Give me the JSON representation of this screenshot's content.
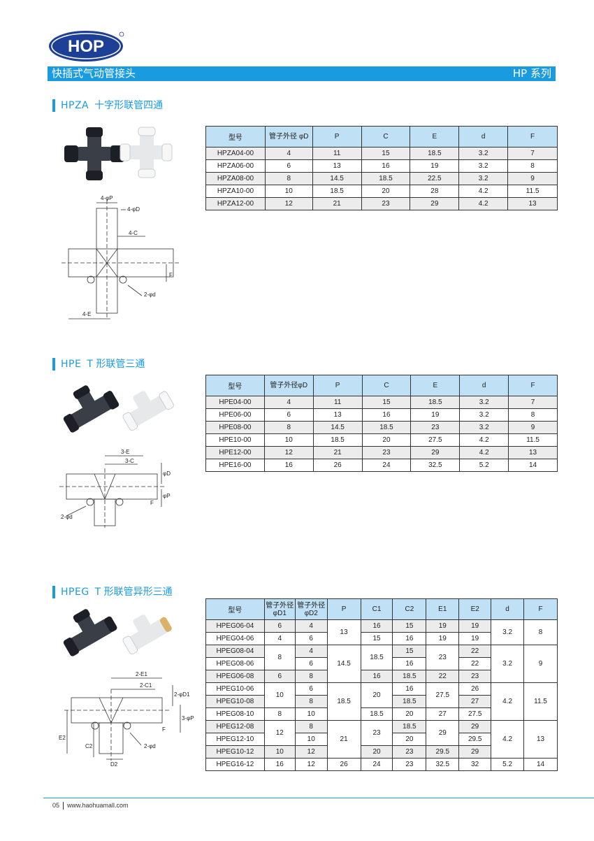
{
  "header": {
    "logo_text": "HOP",
    "title_left": "快插式气动管接头",
    "title_right": "HP 系列"
  },
  "sections": [
    {
      "code": "HPZA",
      "name": "十字形联管四通",
      "labels": [
        "4-φP",
        "4-φD",
        "4-C",
        "F",
        "2-φd",
        "4-E"
      ],
      "columns": [
        "型号",
        "管子外径 φD",
        "P",
        "C",
        "E",
        "d",
        "F"
      ],
      "rows": [
        [
          "HPZA04-00",
          "4",
          "11",
          "15",
          "18.5",
          "3.2",
          "7"
        ],
        [
          "HPZA06-00",
          "6",
          "13",
          "16",
          "19",
          "3.2",
          "8"
        ],
        [
          "HPZA08-00",
          "8",
          "14.5",
          "18.5",
          "22.5",
          "3.2",
          "9"
        ],
        [
          "HPZA10-00",
          "10",
          "18.5",
          "20",
          "28",
          "4.2",
          "11.5"
        ],
        [
          "HPZA12-00",
          "12",
          "21",
          "23",
          "29",
          "4.2",
          "13"
        ]
      ]
    },
    {
      "code": "HPE",
      "name": "T 形联管三通",
      "labels": [
        "3-E",
        "3-C",
        "φD",
        "φP",
        "F",
        "2-φd"
      ],
      "columns": [
        "型号",
        "管子外径φD",
        "P",
        "C",
        "E",
        "d",
        "F"
      ],
      "rows": [
        [
          "HPE04-00",
          "4",
          "11",
          "15",
          "18.5",
          "3.2",
          "7"
        ],
        [
          "HPE06-00",
          "6",
          "13",
          "16",
          "19",
          "3.2",
          "8"
        ],
        [
          "HPE08-00",
          "8",
          "14.5",
          "18.5",
          "23",
          "3.2",
          "9"
        ],
        [
          "HPE10-00",
          "10",
          "18.5",
          "20",
          "27.5",
          "4.2",
          "11.5"
        ],
        [
          "HPE12-00",
          "12",
          "21",
          "23",
          "29",
          "4.2",
          "13"
        ],
        [
          "HPE16-00",
          "16",
          "26",
          "24",
          "32.5",
          "5.2",
          "14"
        ]
      ]
    },
    {
      "code": "HPEG",
      "name": "T 形联管异形三通",
      "labels": [
        "2-E1",
        "2-C1",
        "2-φD1",
        "3-φP",
        "F",
        "2-φd",
        "E2",
        "C2",
        "D2"
      ],
      "columns": [
        "型号",
        "管子外径 φD1",
        "管子外径 φD2",
        "P",
        "C1",
        "C2",
        "E1",
        "E2",
        "d",
        "F"
      ],
      "rows": [
        [
          "HPEG06-04",
          "6",
          "4",
          "13",
          "16",
          "15",
          "19",
          "19",
          "3.2",
          "8"
        ],
        [
          "HPEG04-06",
          "4",
          "6",
          "",
          "15",
          "16",
          "19",
          "19",
          "",
          ""
        ],
        [
          "HPEG08-04",
          "8",
          "4",
          "14.5",
          "18.5",
          "15",
          "23",
          "22",
          "3.2",
          "9"
        ],
        [
          "HPEG08-06",
          "",
          "6",
          "",
          "",
          "16",
          "",
          "22",
          "",
          ""
        ],
        [
          "HPEG06-08",
          "6",
          "8",
          "",
          "16",
          "18.5",
          "22",
          "23",
          "",
          ""
        ],
        [
          "HPEG10-06",
          "10",
          "6",
          "18.5",
          "20",
          "16",
          "27.5",
          "26",
          "4.2",
          "11.5"
        ],
        [
          "HPEG10-08",
          "",
          "8",
          "",
          "",
          "18.5",
          "",
          "27",
          "",
          ""
        ],
        [
          "HPEG08-10",
          "8",
          "10",
          "",
          "18.5",
          "20",
          "27",
          "27.5",
          "",
          ""
        ],
        [
          "HPEG12-08",
          "12",
          "8",
          "21",
          "23",
          "18.5",
          "29",
          "29",
          "4.2",
          "13"
        ],
        [
          "HPEG12-10",
          "",
          "10",
          "",
          "",
          "20",
          "",
          "29.5",
          "",
          ""
        ],
        [
          "HPEG10-12",
          "10",
          "12",
          "",
          "20",
          "23",
          "29.5",
          "29",
          "",
          ""
        ],
        [
          "HPEG16-12",
          "16",
          "12",
          "26",
          "24",
          "23",
          "32.5",
          "32",
          "5.2",
          "14"
        ]
      ]
    }
  ],
  "footer": {
    "page": "05",
    "url": "www.haohuamall.com"
  }
}
